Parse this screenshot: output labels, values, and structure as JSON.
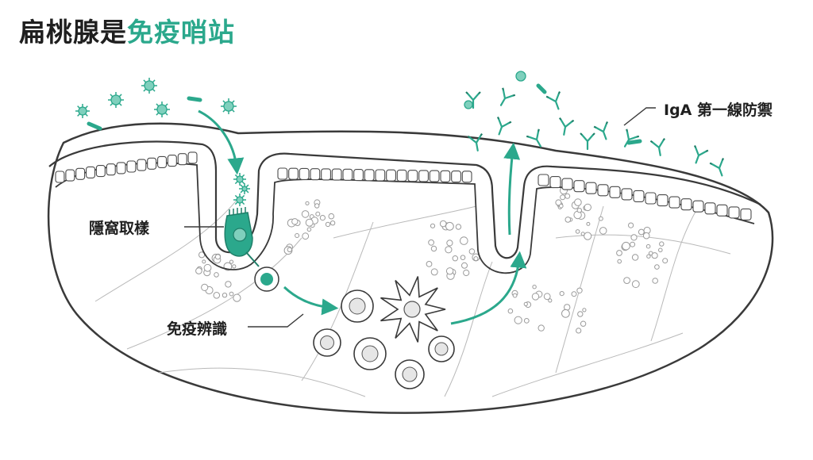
{
  "title": {
    "prefix": "扁桃腺是",
    "highlight": "免疫哨站"
  },
  "labels": {
    "crypt_sampling": "隱窩取樣",
    "immune_recognition": "免疫辨識",
    "iga_defense": "IgA 第一線防禦"
  },
  "colors": {
    "accent": "#2ba88c",
    "accent_light": "#7fd0bd",
    "line": "#3a3a3a",
    "title_dark": "#1f1f1f"
  }
}
